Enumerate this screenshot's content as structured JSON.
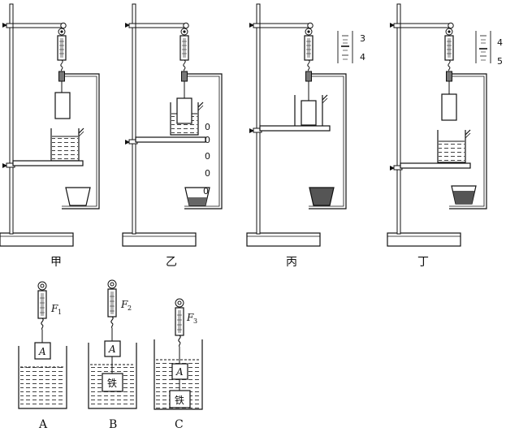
{
  "top_setups": [
    {
      "label": "甲"
    },
    {
      "label": "乙",
      "scale_marks": [
        "0",
        "0",
        "0",
        "0",
        "0"
      ]
    },
    {
      "label": "丙",
      "dial_top": "3",
      "dial_bottom": "4"
    },
    {
      "label": "丁",
      "dial_top": "4",
      "dial_bottom": "5"
    }
  ],
  "bottom_setups": [
    {
      "label": "A",
      "force": "F",
      "force_sub": "1",
      "block": "A"
    },
    {
      "label": "B",
      "force": "F",
      "force_sub": "2",
      "block": "A",
      "iron": "铁"
    },
    {
      "label": "C",
      "force": "F",
      "force_sub": "3",
      "block": "A",
      "iron": "铁"
    }
  ]
}
